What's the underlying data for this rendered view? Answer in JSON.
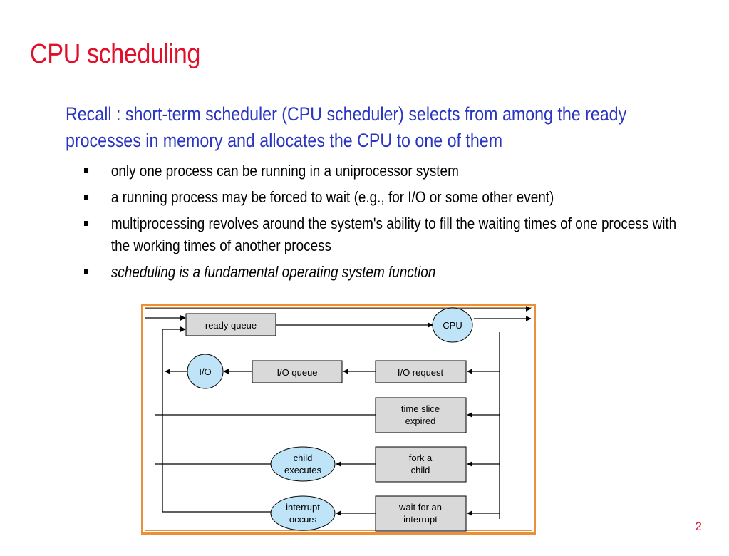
{
  "slide": {
    "title": "CPU scheduling",
    "intro": "Recall : short-term scheduler (CPU scheduler) selects from among the ready processes in memory and allocates the CPU to one of them",
    "bullets": [
      "only one process can be running in a uniprocessor system",
      "a running process may be forced to wait (e.g., for I/O or some other event)",
      "multiprocessing revolves around the system's ability to fill the waiting times of one process with the working times of another process",
      "scheduling is a fundamental operating system function"
    ],
    "page_number": "2"
  },
  "diagram": {
    "ready_queue": "ready queue",
    "cpu": "CPU",
    "io": "I/O",
    "io_queue": "I/O queue",
    "io_request": "I/O request",
    "time_slice_line1": "time slice",
    "time_slice_line2": "expired",
    "fork_line1": "fork a",
    "fork_line2": "child",
    "child_line1": "child",
    "child_line2": "executes",
    "wait_line1": "wait for an",
    "wait_line2": "interrupt",
    "interrupt_line1": "interrupt",
    "interrupt_line2": "occurs"
  },
  "colors": {
    "title": "#e0102a",
    "intro": "#2a36c2",
    "box_fill": "#d9d9d9",
    "circle_fill": "#bfe3f7",
    "frame": "#e8913a"
  }
}
